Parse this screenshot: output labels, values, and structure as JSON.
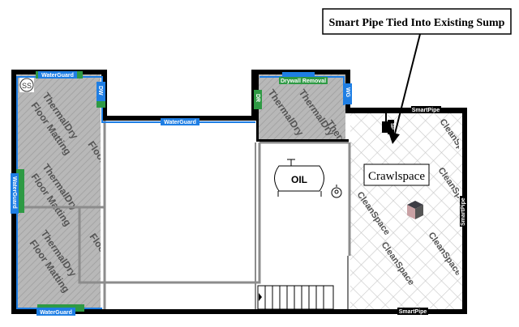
{
  "callout": {
    "text": "Smart Pipe Tied Into Existing Sump"
  },
  "rooms": {
    "crawlspace_label": "Crawlspace",
    "oil_label": "OIL",
    "sump_label": "SS",
    "sump_pump_label": "SP"
  },
  "products": {
    "waterguard": "WaterGuard",
    "drywall_removal": "Drywall Removal",
    "dr": "DR",
    "dw": "DW",
    "wg": "WG",
    "smartpipe": "SmartPipe",
    "thermaldry": "ThermalDry",
    "floor_matting": "Floor Matting",
    "cleanspace": "CleanSpace"
  },
  "colors": {
    "wall": "#000000",
    "waterguard": "#1e7ee4",
    "drywall": "#2e9a44",
    "matting": "#b8b8b8",
    "interior_wall": "#8c8c8c"
  }
}
